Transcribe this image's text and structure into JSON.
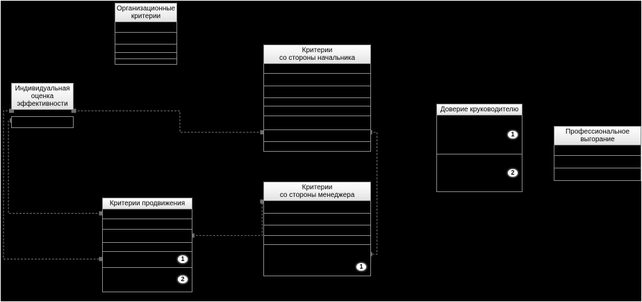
{
  "diagram": {
    "background": "#000000",
    "frame_color": "#ffffff",
    "box_border_color": "#8c8c8c",
    "header_bg_color": "#f2f2f2",
    "connector_color": "#7a7a7a",
    "badge_bg_color": "#ffffff",
    "boxes": {
      "org": {
        "title": "Организационные\nкритерии"
      },
      "indiv": {
        "title": "Индивидуальная\nоценка\nэффективности"
      },
      "boss": {
        "title": "Критерии\nсо стороны начальника"
      },
      "manager": {
        "title": "Критерии\nсо стороны менеджера",
        "badges": [
          "1"
        ]
      },
      "trust": {
        "title": "Доверие круководителю",
        "badges": [
          "1",
          "2"
        ]
      },
      "burnout": {
        "title": "Профессиональное\nвыгорание"
      },
      "promotion": {
        "title": "Критерии продвижения",
        "badges": [
          "1",
          "2"
        ]
      }
    }
  }
}
